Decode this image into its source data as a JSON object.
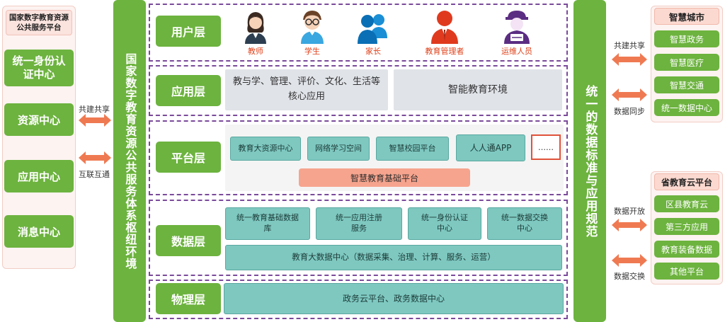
{
  "left_panel": {
    "title": "国家数字教育资源公共服务平台",
    "items": [
      "统一身份认证中心",
      "资源中心",
      "应用中心",
      "消息中心"
    ],
    "arrow_top": "共建共享",
    "arrow_bottom": "互联互通"
  },
  "center_left_column": "国家数字教育资源公共服务体系枢纽环境",
  "layers": {
    "user": {
      "label": "用户层",
      "users": [
        "教师",
        "学生",
        "家长",
        "教育管理者",
        "运维人员"
      ]
    },
    "app": {
      "label": "应用层",
      "box1": "教与学、管理、评价、文化、生活等核心应用",
      "box2": "智能教育环境"
    },
    "platform": {
      "label": "平台层",
      "boxes": [
        "教育大资源中心",
        "网络学习空间",
        "智慧校园平台",
        "人人通APP",
        "……"
      ],
      "base": "智慧教育基础平台"
    },
    "data": {
      "label": "数据层",
      "boxes": [
        "统一教育基础数据库",
        "统一应用注册服务",
        "统一身份认证中心",
        "统一数据交换中心"
      ],
      "bar": "教育大数据中心（数据采集、治理、计算、服务、运营）"
    },
    "physical": {
      "label": "物理层",
      "bar": "政务云平台、政务数据中心"
    }
  },
  "center_right_column": "统一的数据标准与应用规范",
  "smart_city": {
    "title": "智慧城市",
    "items": [
      "智慧政务",
      "智慧医疗",
      "智慧交通",
      "统一数据中心"
    ],
    "arrow_top": "共建共享",
    "arrow_bottom": "数据同步"
  },
  "province_cloud": {
    "title": "省教育云平台",
    "items": [
      "区县教育云",
      "第三方应用",
      "教育装备数据",
      "其他平台"
    ],
    "arrow_top": "数据开放",
    "arrow_bottom": "数据交换"
  },
  "colors": {
    "green": "#6db33f",
    "teal": "#7ec8c0",
    "salmon": "#f6a48e",
    "arrow": "#ef7a52",
    "dashed": "#7a4a9a"
  }
}
